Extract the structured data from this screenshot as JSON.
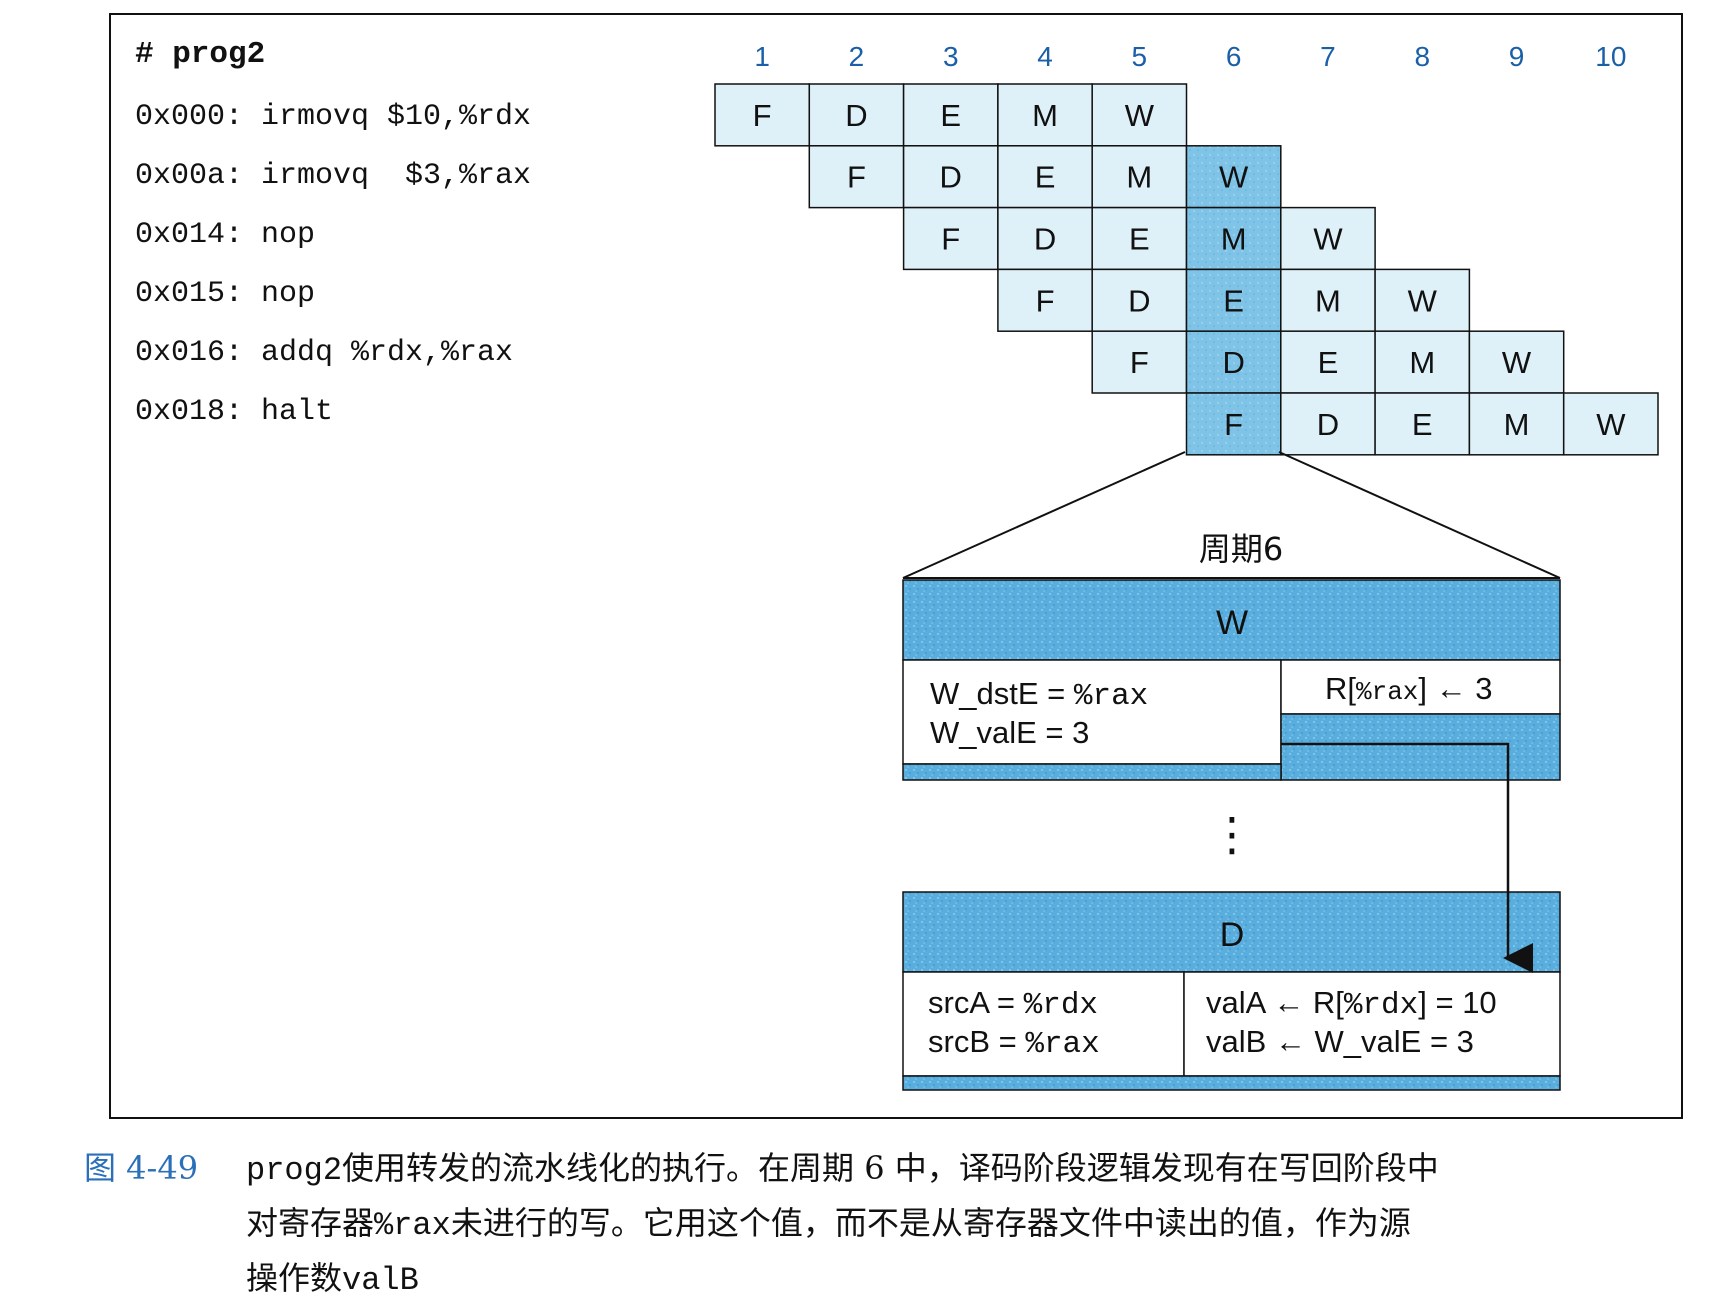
{
  "program": {
    "title": "# prog2",
    "lines": [
      "0x000: irmovq $10,%rdx",
      "0x00a: irmovq  $3,%rax",
      "0x014: nop",
      "0x015: nop",
      "0x016: addq %rdx,%rax",
      "0x018: halt"
    ]
  },
  "pipeline": {
    "cycles": [
      "1",
      "2",
      "3",
      "4",
      "5",
      "6",
      "7",
      "8",
      "9",
      "10"
    ],
    "stages": [
      "F",
      "D",
      "E",
      "M",
      "W"
    ],
    "highlight_cycle": 6
  },
  "detail": {
    "title": "周期6",
    "w_stage": {
      "label": "W",
      "left_lines": [
        "W_dstE = %rax",
        "W_valE = 3"
      ],
      "right_prefix": "R[",
      "right_reg": "%rax",
      "right_suffix": "] ← 3"
    },
    "ellipsis": "⋮",
    "d_stage": {
      "label": "D",
      "left_lines": [
        "srcA = %rdx",
        "srcB = %rax"
      ],
      "right_lines": [
        "valA ← R[%rdx] = 10",
        "valB ← W_valE = 3"
      ]
    }
  },
  "caption": {
    "label": "图 4-49",
    "prefix": "prog2",
    "line1": "使用转发的流水线化的执行。在周期 6 中，译码阶段逻辑发现有在写回阶段中",
    "line2_a": "对寄存器",
    "line2_code": "%rax",
    "line2_b": "未进行的写。它用这个值，而不是从寄存器文件中读出的值，作为源",
    "line3_a": "操作数",
    "line3_code": "valB"
  },
  "colors": {
    "cell_fill": "#dff1f8",
    "highlight_fill": "#7fc3e6",
    "band_fill": "#5aaede",
    "cycle_numbers": "#1a5fa8",
    "border": "#111111"
  }
}
